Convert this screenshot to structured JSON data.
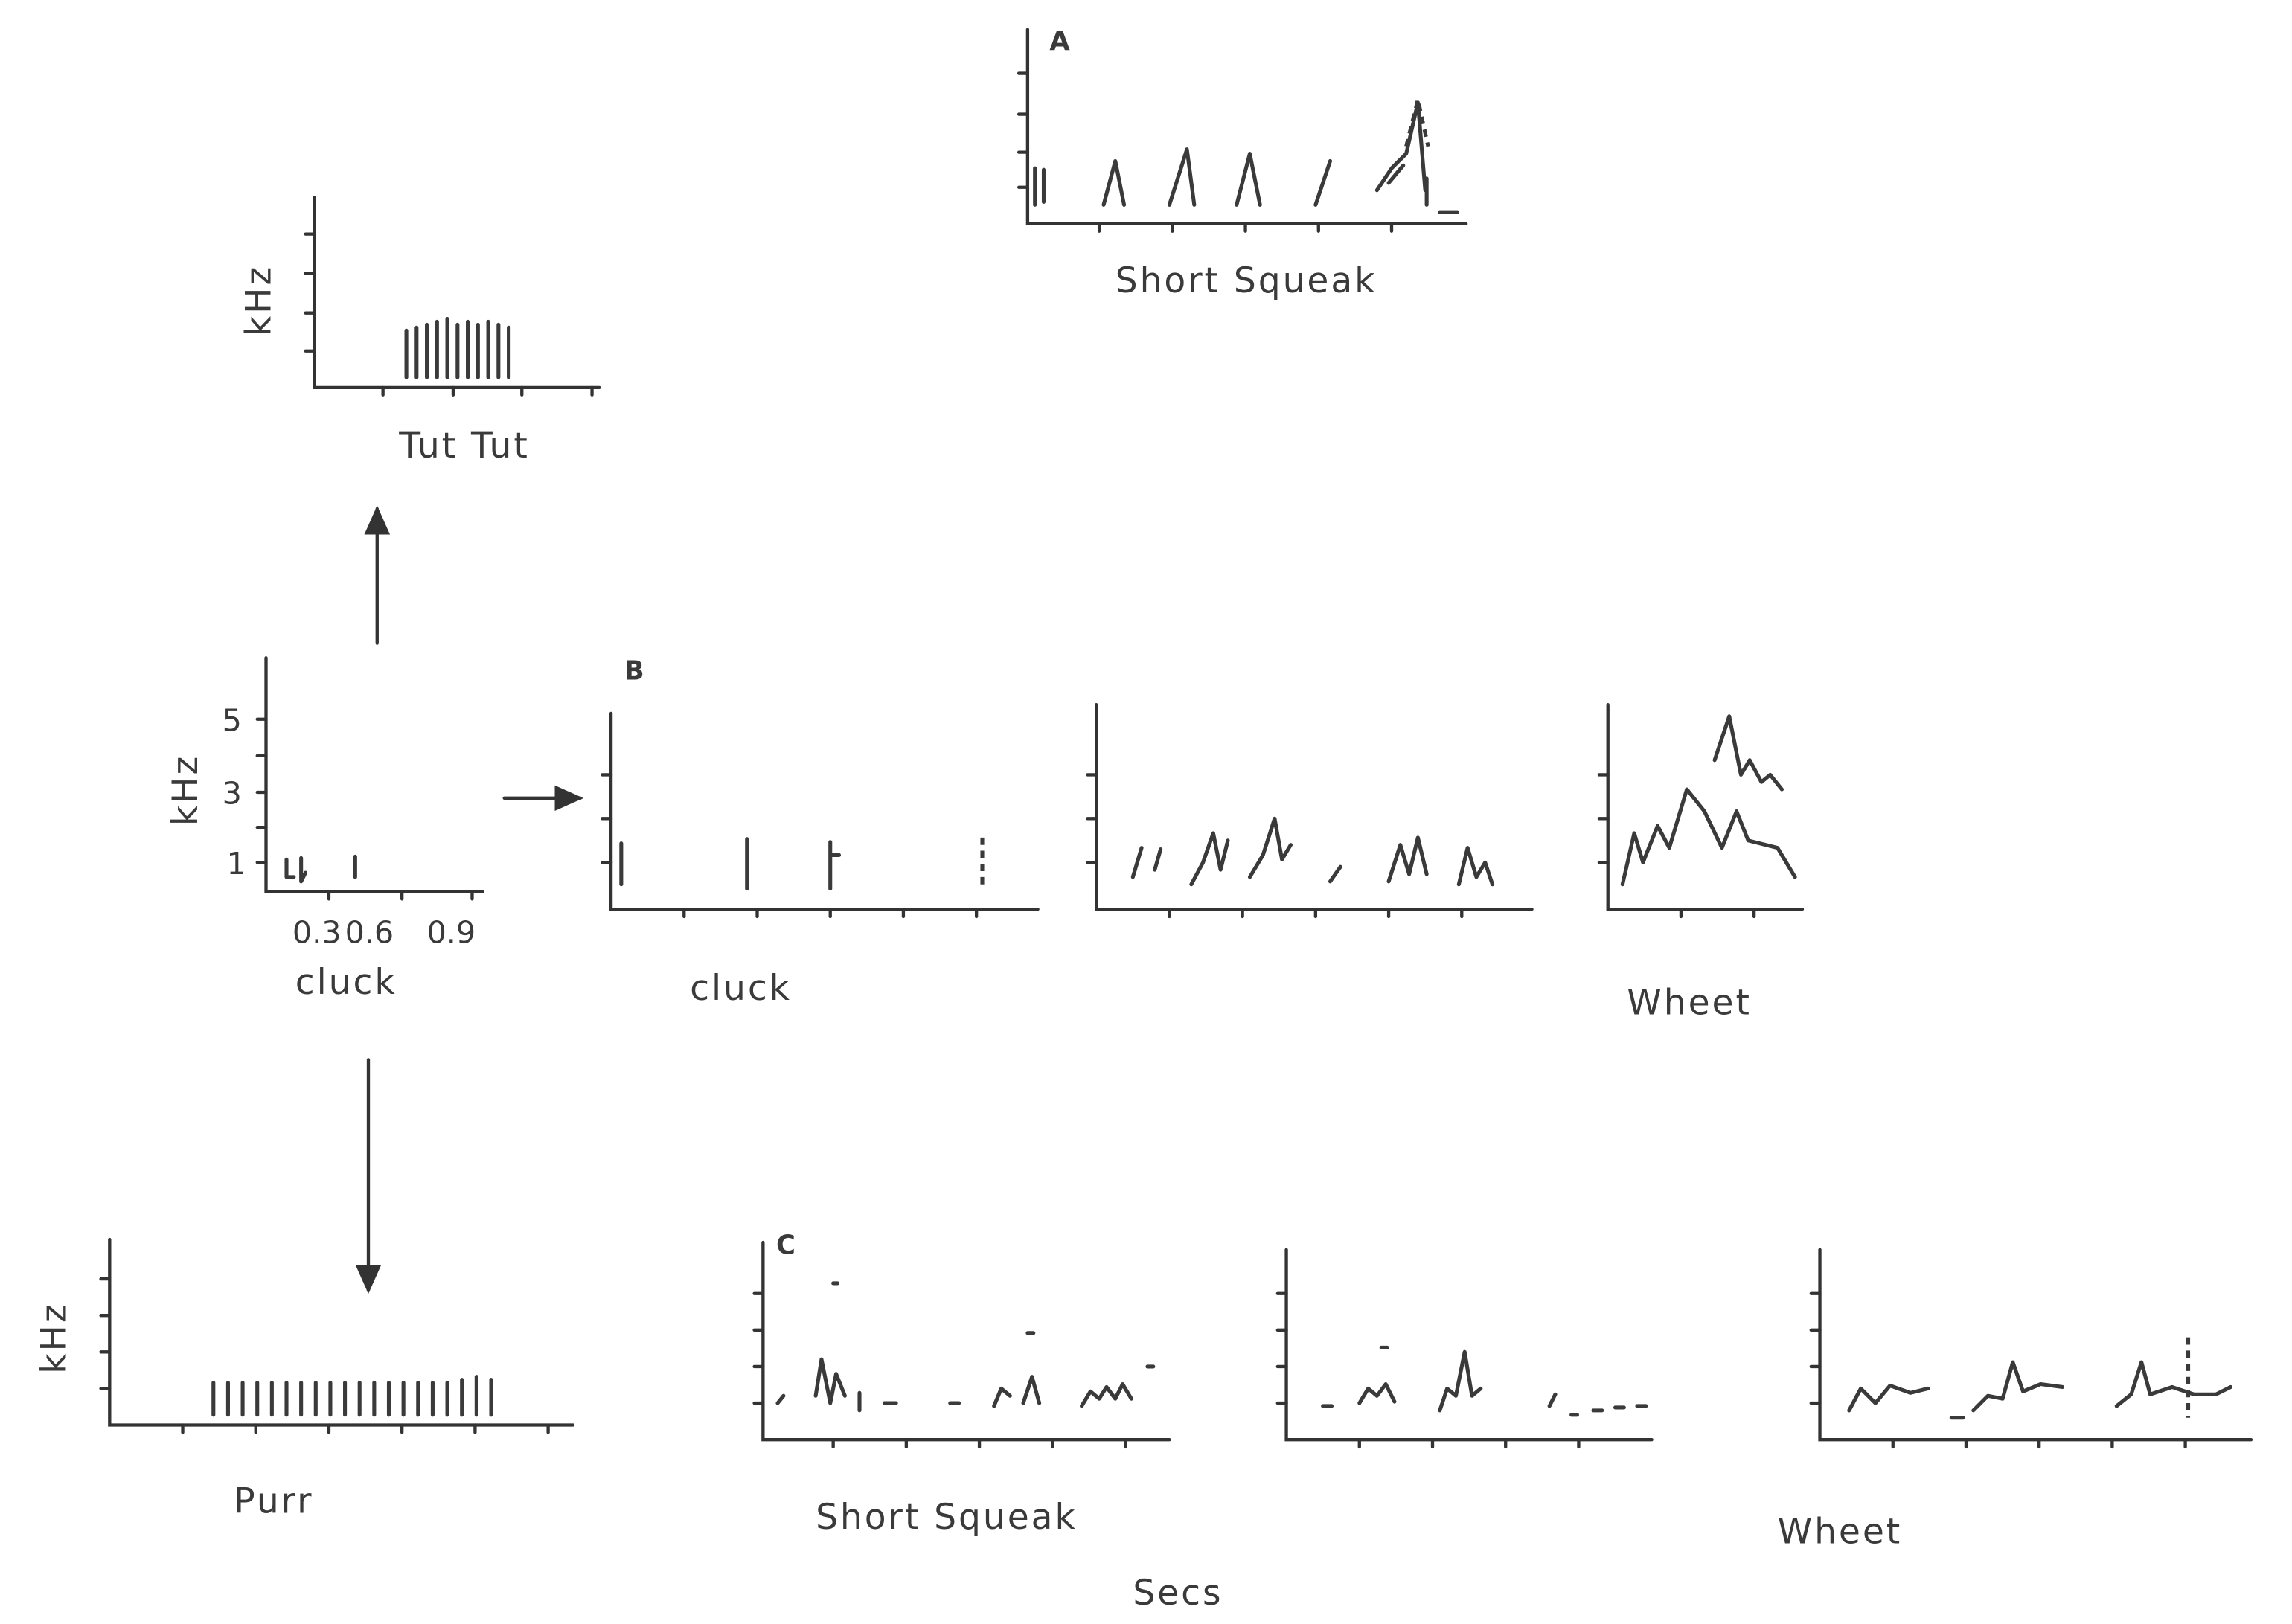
{
  "panel_labels": {
    "a": "A",
    "b": "B",
    "c": "C"
  },
  "axis": {
    "khz": "kHz",
    "secs": "Secs"
  },
  "cluck_axis": {
    "y_ticks": [
      "5",
      "3",
      "1"
    ],
    "x_ticks": [
      "0.3",
      "0.6",
      "0.9"
    ]
  },
  "captions": {
    "short_squeak_a": "Short Squeak",
    "tut_tut": "Tut Tut",
    "cluck_main": "cluck",
    "cluck_b": "cluck",
    "wheet_b": "Wheet",
    "purr": "Purr",
    "short_squeak_c": "Short Squeak",
    "wheet_c": "Wheet"
  },
  "colors": {
    "ink": "#3a3a3a",
    "paper": "#ffffff"
  }
}
